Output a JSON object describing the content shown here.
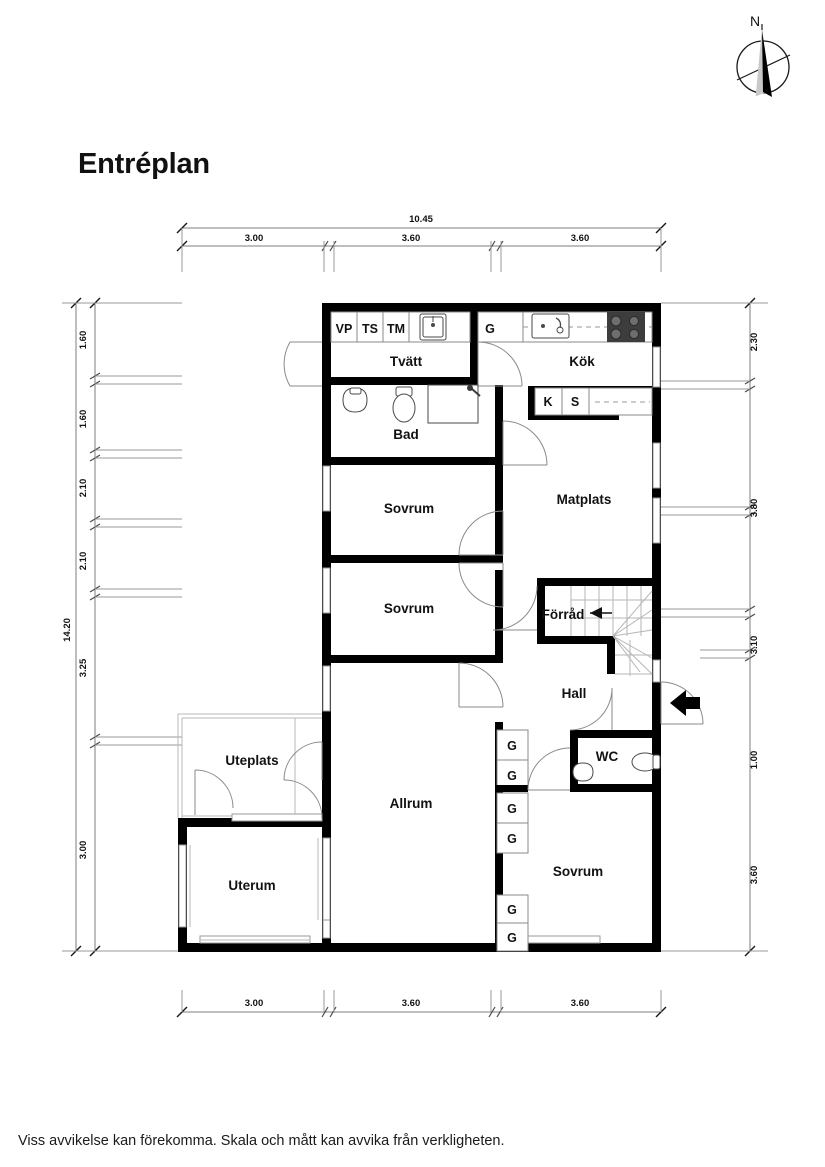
{
  "document": {
    "title": "Entréplan",
    "footer_note": "Viss avvikelse kan förekomma. Skala och mått kan avvika från verkligheten.",
    "compass_label": "N"
  },
  "dimensions": {
    "top_total": "10.45",
    "top_segments": [
      "3.00",
      "3.60",
      "3.60"
    ],
    "bottom_segments": [
      "3.00",
      "3.60",
      "3.60"
    ],
    "left_total": "14.20",
    "left_segments": [
      "1.60",
      "1.60",
      "2.10",
      "2.10",
      "3.25",
      "3.00"
    ],
    "right_segments": [
      "2.30",
      "3.80",
      "3.10",
      "1.00",
      "3.60"
    ]
  },
  "rooms": [
    {
      "id": "tvatt",
      "label": "Tvätt"
    },
    {
      "id": "kok",
      "label": "Kök"
    },
    {
      "id": "bad",
      "label": "Bad"
    },
    {
      "id": "sovrum1",
      "label": "Sovrum"
    },
    {
      "id": "matplats",
      "label": "Matplats"
    },
    {
      "id": "sovrum2",
      "label": "Sovrum"
    },
    {
      "id": "forrad",
      "label": "Förråd"
    },
    {
      "id": "hall",
      "label": "Hall"
    },
    {
      "id": "uteplats",
      "label": "Uteplats"
    },
    {
      "id": "allrum",
      "label": "Allrum"
    },
    {
      "id": "wc",
      "label": "WC"
    },
    {
      "id": "sovrum3",
      "label": "Sovrum"
    },
    {
      "id": "uterum",
      "label": "Uterum"
    }
  ],
  "appliances": {
    "laundry": [
      "VP",
      "TS",
      "TM"
    ],
    "laundry_cabinet": "G",
    "kitchen_cabinets": [
      "K",
      "S"
    ],
    "wardrobes_upper": [
      "G",
      "G",
      "G",
      "G"
    ],
    "wardrobes_lower": [
      "G",
      "G"
    ]
  },
  "icons": {
    "compass": "compass-rose-icon",
    "entrance": "entrance-arrow-icon",
    "stairs": "staircase-icon",
    "sink": "sink-icon",
    "toilet": "toilet-icon",
    "stove": "stove-icon",
    "kitchen_sink": "kitchen-sink-icon",
    "shower": "shower-head-icon",
    "storage_arrow": "storage-arrow-icon"
  },
  "colors": {
    "wall": "#000000",
    "dimension": "#7d7d7d",
    "text": "#111111",
    "stove": "#3d3d3d",
    "background": "#ffffff"
  }
}
